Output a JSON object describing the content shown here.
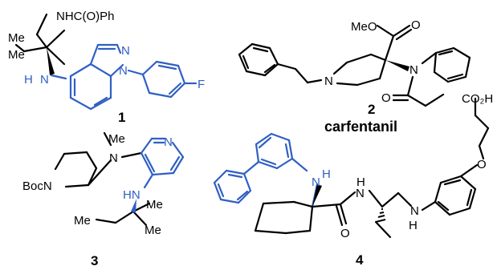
{
  "figure": {
    "compound_1": {
      "number": "1",
      "labels": {
        "amide": "NHC(O)Ph",
        "me_a": "Me",
        "me_b": "Me",
        "nh": "H",
        "n_amine": "N",
        "n_ring_a": "N",
        "n_ring_b": "N",
        "fluoro": "F"
      }
    },
    "compound_2": {
      "number": "2",
      "name": "carfentanil",
      "labels": {
        "ester": "MeO",
        "oxo_a": "O",
        "oxo_b": "O",
        "n_pip": "N",
        "n_anil": "N"
      }
    },
    "compound_3": {
      "number": "3",
      "labels": {
        "boc": "BocN",
        "n_me": "N",
        "me_n": "Me",
        "n_pyr": "N",
        "hn": "HN",
        "me_a": "Me",
        "me_b": "Me",
        "me_c": "Me"
      }
    },
    "compound_4": {
      "number": "4",
      "labels": {
        "acid": "CO₂H",
        "nh_top": "N",
        "h_top": "H",
        "o_ether": "O",
        "amide_h": "H",
        "amide_n": "N",
        "amine_n": "N",
        "amine_h": "H",
        "oxo": "O"
      }
    },
    "colors": {
      "bond": "#000000",
      "highlight": "#2f5fc4",
      "background": "#ffffff"
    }
  }
}
